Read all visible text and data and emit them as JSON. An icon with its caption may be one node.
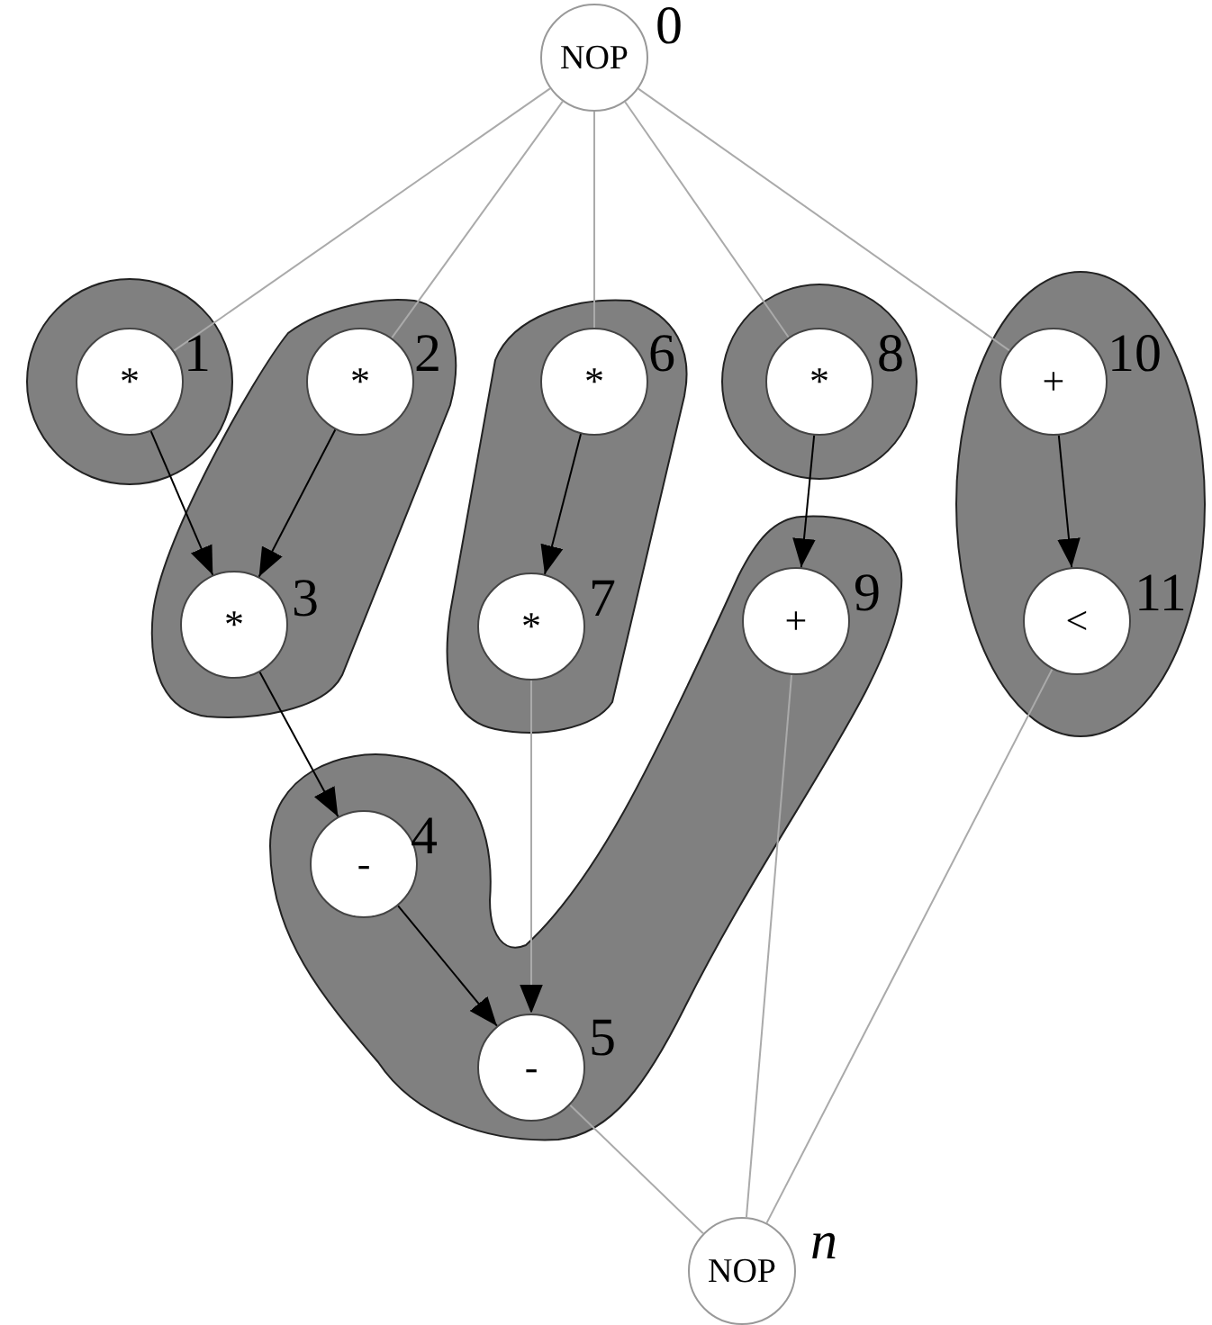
{
  "diagram": {
    "nodes": [
      {
        "text": [
          "NOP"
        ],
        "beside": [
          "0"
        ]
      },
      {
        "text": [],
        "shape": "circle"
      },
      {
        "text": [
          "*"
        ],
        "in": 1,
        "beside": [
          "1"
        ]
      },
      {
        "text": [],
        "shape": "blob"
      },
      {
        "text": [
          "*"
        ],
        "in": 3,
        "beside": [
          "2"
        ]
      },
      {
        "text": [
          "*"
        ],
        "in": 3,
        "beside": [
          "3"
        ]
      },
      {
        "text": [],
        "shape": "blob"
      },
      {
        "text": [
          "*"
        ],
        "in": 6,
        "beside": [
          "6"
        ]
      },
      {
        "text": [
          "*"
        ],
        "in": 6,
        "beside": [
          "7"
        ]
      },
      {
        "text": [],
        "shape": "circle"
      },
      {
        "text": [
          "*"
        ],
        "in": 9,
        "beside": [
          "8"
        ]
      },
      {
        "text": [],
        "shape": "ellipse"
      },
      {
        "text": [
          "+"
        ],
        "in": 11,
        "beside": [
          "10"
        ]
      },
      {
        "text": [
          "<"
        ],
        "in": 11,
        "beside": [
          "11"
        ]
      },
      {
        "text": [],
        "shape": "blob"
      },
      {
        "text": [
          "-"
        ],
        "in": 14,
        "beside": [
          "4"
        ]
      },
      {
        "text": [
          "-"
        ],
        "in": 14,
        "beside": [
          "5"
        ]
      },
      {
        "text": [
          "+"
        ],
        "in": 14,
        "beside": [
          "9"
        ]
      },
      {
        "text": [
          "NOP"
        ],
        "beside": [
          "n"
        ]
      }
    ],
    "edges": [
      {
        "from": 0,
        "to": 2,
        "arrow": "none"
      },
      {
        "from": 0,
        "to": 4,
        "arrow": "none"
      },
      {
        "from": 0,
        "to": 7,
        "arrow": "none"
      },
      {
        "from": 0,
        "to": 10,
        "arrow": "none"
      },
      {
        "from": 0,
        "to": 12,
        "arrow": "none"
      },
      {
        "from": 2,
        "to": 5,
        "arrow": "to",
        "color": "#000000"
      },
      {
        "from": 4,
        "to": 5,
        "arrow": "to",
        "color": "#000000"
      },
      {
        "from": 7,
        "to": 8,
        "arrow": "to",
        "color": "#000000"
      },
      {
        "from": 10,
        "to": 17,
        "arrow": "to",
        "color": "#000000"
      },
      {
        "from": 12,
        "to": 13,
        "arrow": "to",
        "color": "#000000"
      },
      {
        "from": 5,
        "to": 15,
        "arrow": "to",
        "color": "#000000"
      },
      {
        "from": 8,
        "to": 16,
        "arrow": "to"
      },
      {
        "from": 15,
        "to": 16,
        "arrow": "to",
        "color": "#000000"
      },
      {
        "from": 16,
        "to": 18,
        "arrow": "none"
      },
      {
        "from": 17,
        "to": 18,
        "arrow": "none"
      },
      {
        "from": 13,
        "to": 18,
        "arrow": "none"
      }
    ]
  }
}
